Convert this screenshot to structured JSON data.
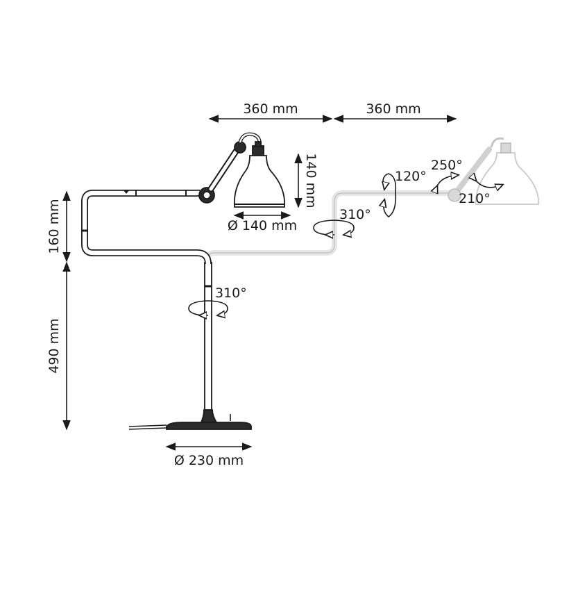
{
  "labels": {
    "arm_length_1": "360 mm",
    "arm_length_2": "360 mm",
    "shade_height": "140 mm",
    "shade_diameter": "Ø 140 mm",
    "upper_height": "160 mm",
    "lower_height": "490 mm",
    "base_diameter": "Ø 230 mm",
    "stem_rotation": "310°",
    "elbow_rotation": "310°",
    "joint_rotation": "120°",
    "head_rotation_a": "250°",
    "head_rotation_b": "210°"
  }
}
